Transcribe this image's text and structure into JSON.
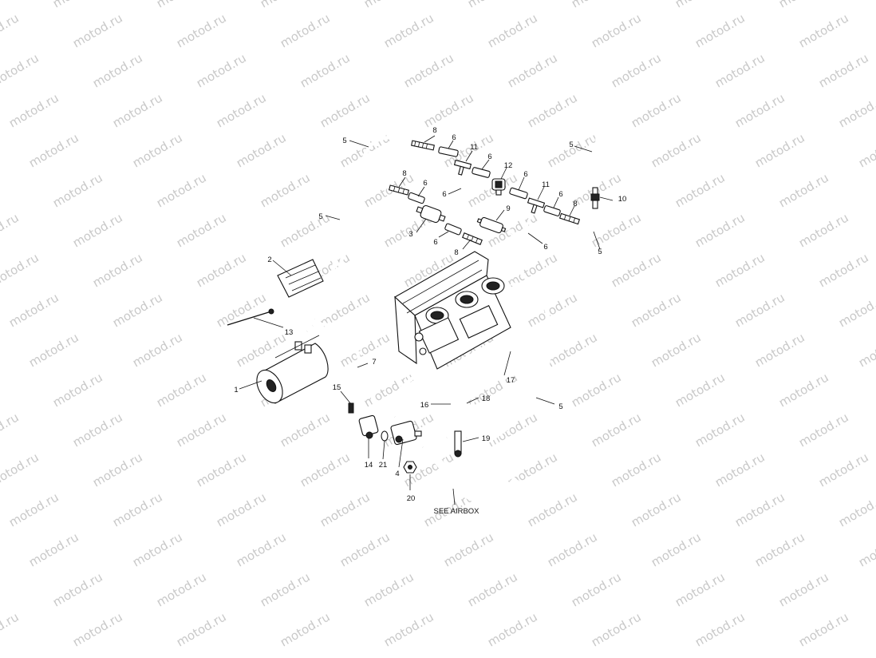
{
  "watermark": {
    "text": "motod.ru"
  },
  "callouts": [
    {
      "id": "c1",
      "text": "1"
    },
    {
      "id": "c2",
      "text": "2"
    },
    {
      "id": "c3",
      "text": "3"
    },
    {
      "id": "c4",
      "text": "4"
    },
    {
      "id": "c5a",
      "text": "5"
    },
    {
      "id": "c5b",
      "text": "5"
    },
    {
      "id": "c5c",
      "text": "5"
    },
    {
      "id": "c5d",
      "text": "5"
    },
    {
      "id": "c5e",
      "text": "5"
    },
    {
      "id": "c6a",
      "text": "6"
    },
    {
      "id": "c6b",
      "text": "6"
    },
    {
      "id": "c6c",
      "text": "6"
    },
    {
      "id": "c6d",
      "text": "6"
    },
    {
      "id": "c6e",
      "text": "6"
    },
    {
      "id": "c6f",
      "text": "6"
    },
    {
      "id": "c6g",
      "text": "6"
    },
    {
      "id": "c6h",
      "text": "6"
    },
    {
      "id": "c7",
      "text": "7"
    },
    {
      "id": "c8a",
      "text": "8"
    },
    {
      "id": "c8b",
      "text": "8"
    },
    {
      "id": "c8c",
      "text": "8"
    },
    {
      "id": "c8d",
      "text": "8"
    },
    {
      "id": "c9",
      "text": "9"
    },
    {
      "id": "c10",
      "text": "10"
    },
    {
      "id": "c11a",
      "text": "11"
    },
    {
      "id": "c11b",
      "text": "11"
    },
    {
      "id": "c12",
      "text": "12"
    },
    {
      "id": "c13",
      "text": "13"
    },
    {
      "id": "c14",
      "text": "14"
    },
    {
      "id": "c15",
      "text": "15"
    },
    {
      "id": "c16",
      "text": "16"
    },
    {
      "id": "c17",
      "text": "17"
    },
    {
      "id": "c18",
      "text": "18"
    },
    {
      "id": "c19",
      "text": "19"
    },
    {
      "id": "c20",
      "text": "20"
    },
    {
      "id": "c21",
      "text": "21"
    }
  ],
  "see_airbox": "SEE AIRBOX"
}
